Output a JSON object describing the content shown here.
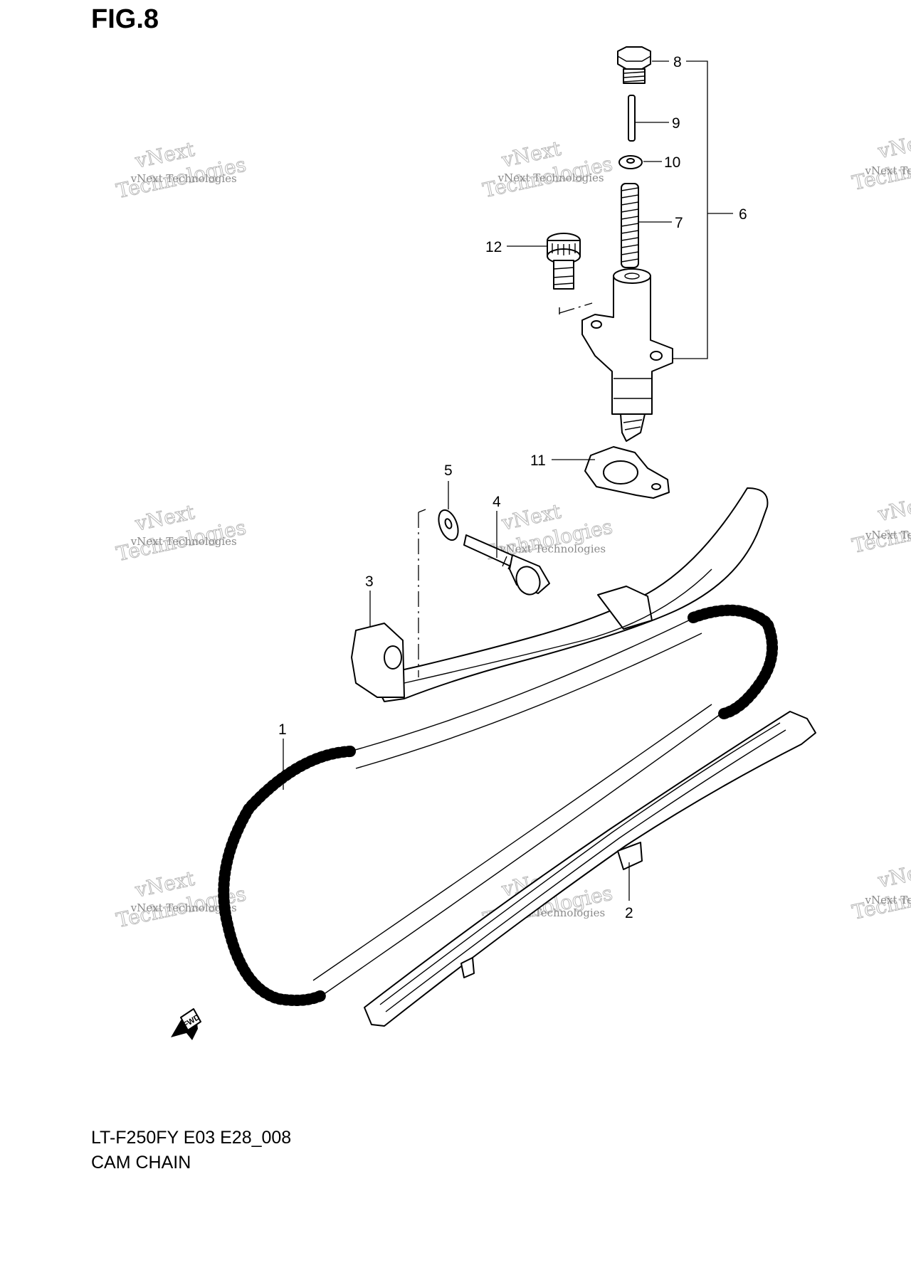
{
  "figure_title": "FIG.8",
  "footer": {
    "model_code": "LT-F250FY E03 E28_008",
    "section_name": "CAM CHAIN"
  },
  "watermark": {
    "small": "vNext Technologies",
    "big_line1": "vNext",
    "big_line2": "Technologies"
  },
  "fwd_label": "FWD",
  "callouts": {
    "c1": "1",
    "c2": "2",
    "c3": "3",
    "c4": "4",
    "c5": "5",
    "c6": "6",
    "c7": "7",
    "c8": "8",
    "c9": "9",
    "c10": "10",
    "c11": "11",
    "c12": "12"
  }
}
